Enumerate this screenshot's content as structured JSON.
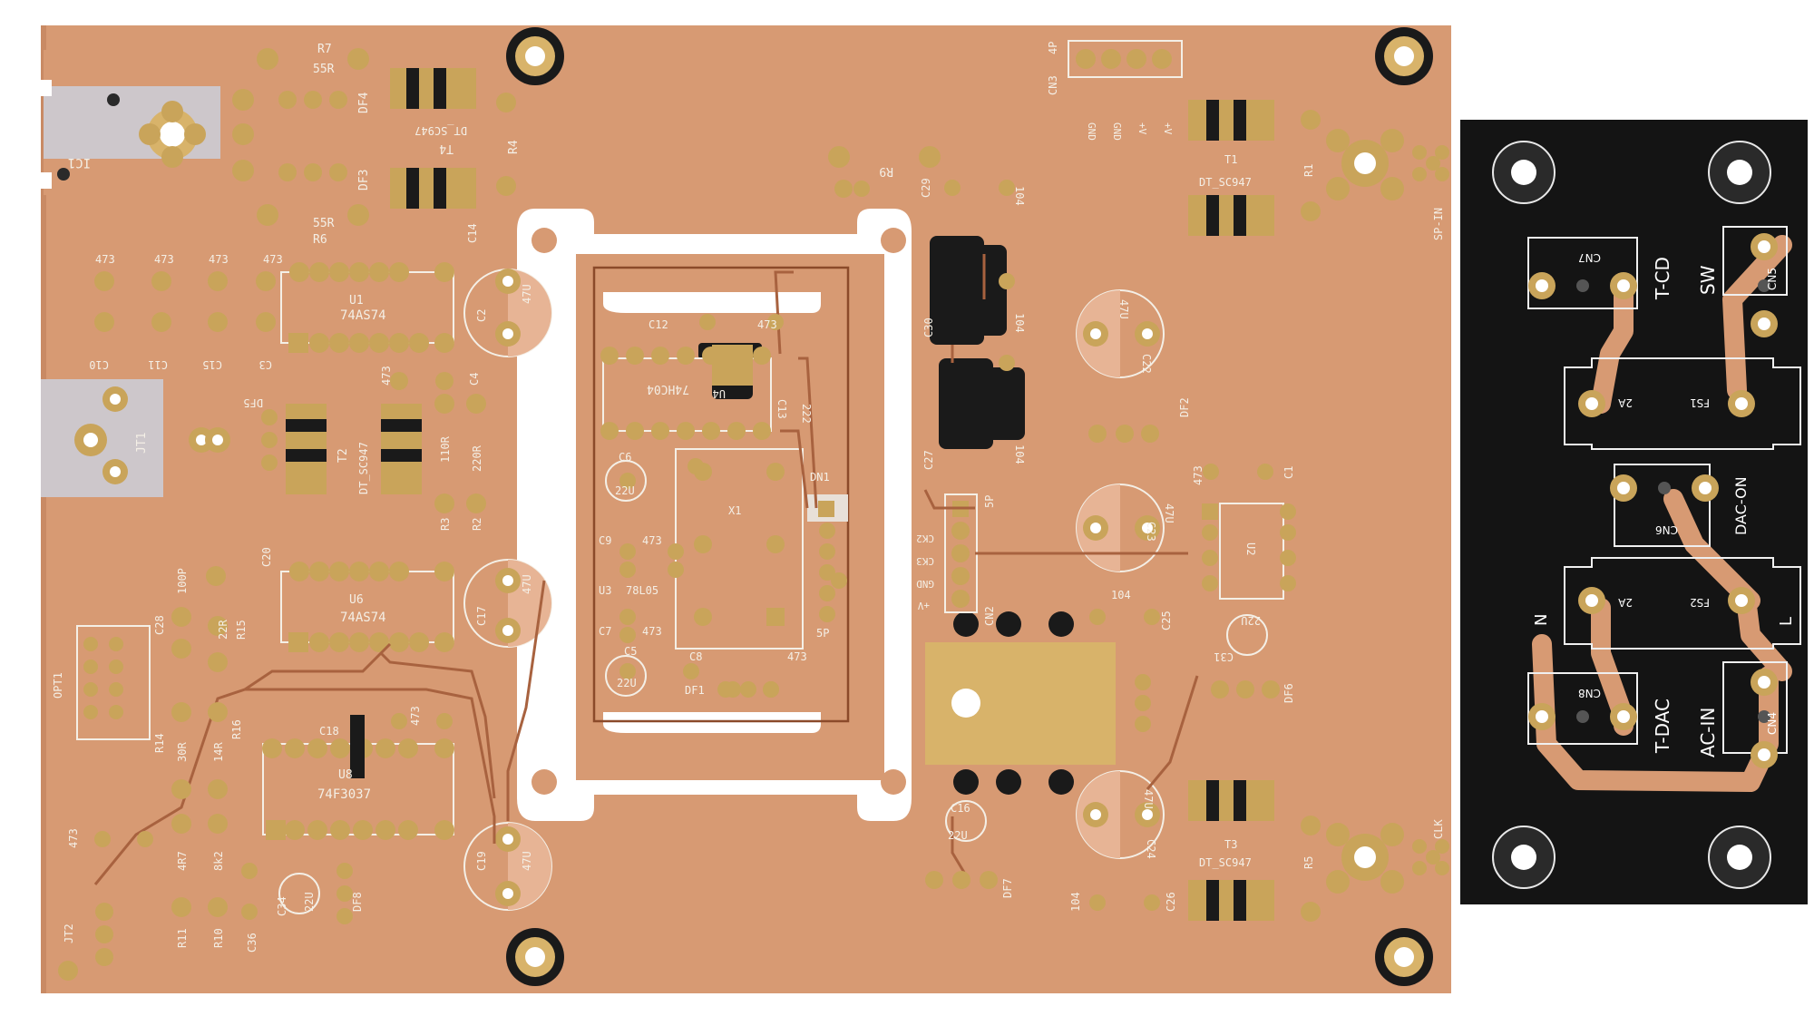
{
  "colors": {
    "substrate": "#d79a73",
    "substrate_dark": "#c98a64",
    "gold": "#c9a45a",
    "silkscreen": "#f4efe6",
    "black_board": "#141414",
    "hole": "#ffffff",
    "ic_black": "#1a1a1a",
    "heatsink_pad": "#d8b36a"
  },
  "main_board": {
    "labels": {
      "ic1": "IC1",
      "r7": "R7",
      "r7_val": "55R",
      "r6": "R6",
      "r6_val": "55R",
      "df4": "DF4",
      "df3": "DF3",
      "t4": "T4",
      "t4_type": "DT_SC947",
      "r4": "R4",
      "c14": "C14",
      "u1": "U1",
      "u1_chip": "74AS74",
      "c10": "C10",
      "c11": "C11",
      "c15": "C15",
      "c3": "C3",
      "c10_val": "473",
      "c11_val": "473",
      "c15_val": "473",
      "c3_val": "473",
      "c4": "C4",
      "c4_val": "473",
      "jt1": "JT1",
      "df5": "DF5",
      "t2": "T2",
      "t2_type": "DT_SC947",
      "r3": "R3",
      "r3_val": "110R",
      "r2": "R2",
      "r2_val": "220R",
      "c20": "C20",
      "u6": "U6",
      "u6_chip": "74AS74",
      "c28": "C28",
      "c28_val": "100P",
      "r15": "R15",
      "r15_val": "22R",
      "opt1": "OPT1",
      "r14": "R14",
      "r14_val": "30R",
      "r16": "R16",
      "r16_val": "14R",
      "c18": "C18",
      "c18_val": "473",
      "u8": "U8",
      "u8_chip": "74F3037",
      "jt2": "JT2",
      "r11": "R11",
      "r11_val": "4R7",
      "r10": "R10",
      "r10_val": "8k2",
      "c36": "C36",
      "c36_val": "473",
      "c34": "C34",
      "c34_val": "22U",
      "df8": "DF8",
      "c17": "C17",
      "c17_val": "47U",
      "c19": "C19",
      "c19_val": "47U",
      "c2": "C2",
      "c2_val": "47U",
      "c12": "C12",
      "c12_val": "473",
      "u4": "U4",
      "u4_chip": "74HC04",
      "c13": "C13",
      "c13_val": "222",
      "c6": "C6",
      "c6_val": "22U",
      "c9": "C9",
      "c9_val": "473",
      "x1": "X1",
      "dn1": "DN1",
      "u3": "U3",
      "u3_chip": "78L05",
      "c7": "C7",
      "c7_val": "473",
      "c5": "C5",
      "c5_val": "22U",
      "c8": "C8",
      "c8_val": "473",
      "df1": "DF1",
      "five_p": "5P",
      "r9": "R9",
      "c29": "C29",
      "c29_val": "104",
      "c30": "C30",
      "c30_val": "104",
      "c27": "C27",
      "c27_val": "104",
      "cn3": "CN3",
      "cn3_pins": "4P",
      "cn3_gnd1": "GND",
      "cn3_gnd2": "GND",
      "cn3_v1": "+V",
      "cn3_v2": "+V",
      "t1": "T1",
      "t1_type": "DT_SC947",
      "r1": "R1",
      "sp_in": "SP-IN",
      "c22": "C22",
      "c22_val": "47U",
      "df2": "DF2",
      "c23": "C23",
      "c23_val": "47U",
      "c1": "C1",
      "c1_val": "473",
      "u2": "U2",
      "ck2": "CK2",
      "ck3": "CK3",
      "gnd": "GND",
      "plus_v": "+V",
      "cn2": "CN2",
      "cn2_pins": "5P",
      "c25": "C25",
      "c25_val": "104",
      "c31": "C31",
      "c31_val": "22U",
      "df6": "DF6",
      "c16": "C16",
      "c16_val": "22U",
      "df7": "DF7",
      "c24": "C24",
      "c24_val": "47U",
      "c26": "C26",
      "c26_val": "104",
      "t3": "T3",
      "t3_type": "DT_SC947",
      "r5": "R5",
      "clk": "CLK"
    }
  },
  "power_board": {
    "labels": {
      "cn7": "CN7",
      "t_cd": "T-CD",
      "cn5": "CN5",
      "sw": "SW",
      "fs1": "FS1",
      "fs1_val": "2A",
      "cn6": "CN6",
      "dac_on": "DAC-ON",
      "fs2": "FS2",
      "fs2_val": "2A",
      "n": "N",
      "cn8": "CN8",
      "t_dac": "T-DAC",
      "ac_in": "AC-IN",
      "cn4": "CN4",
      "l": "L"
    }
  }
}
